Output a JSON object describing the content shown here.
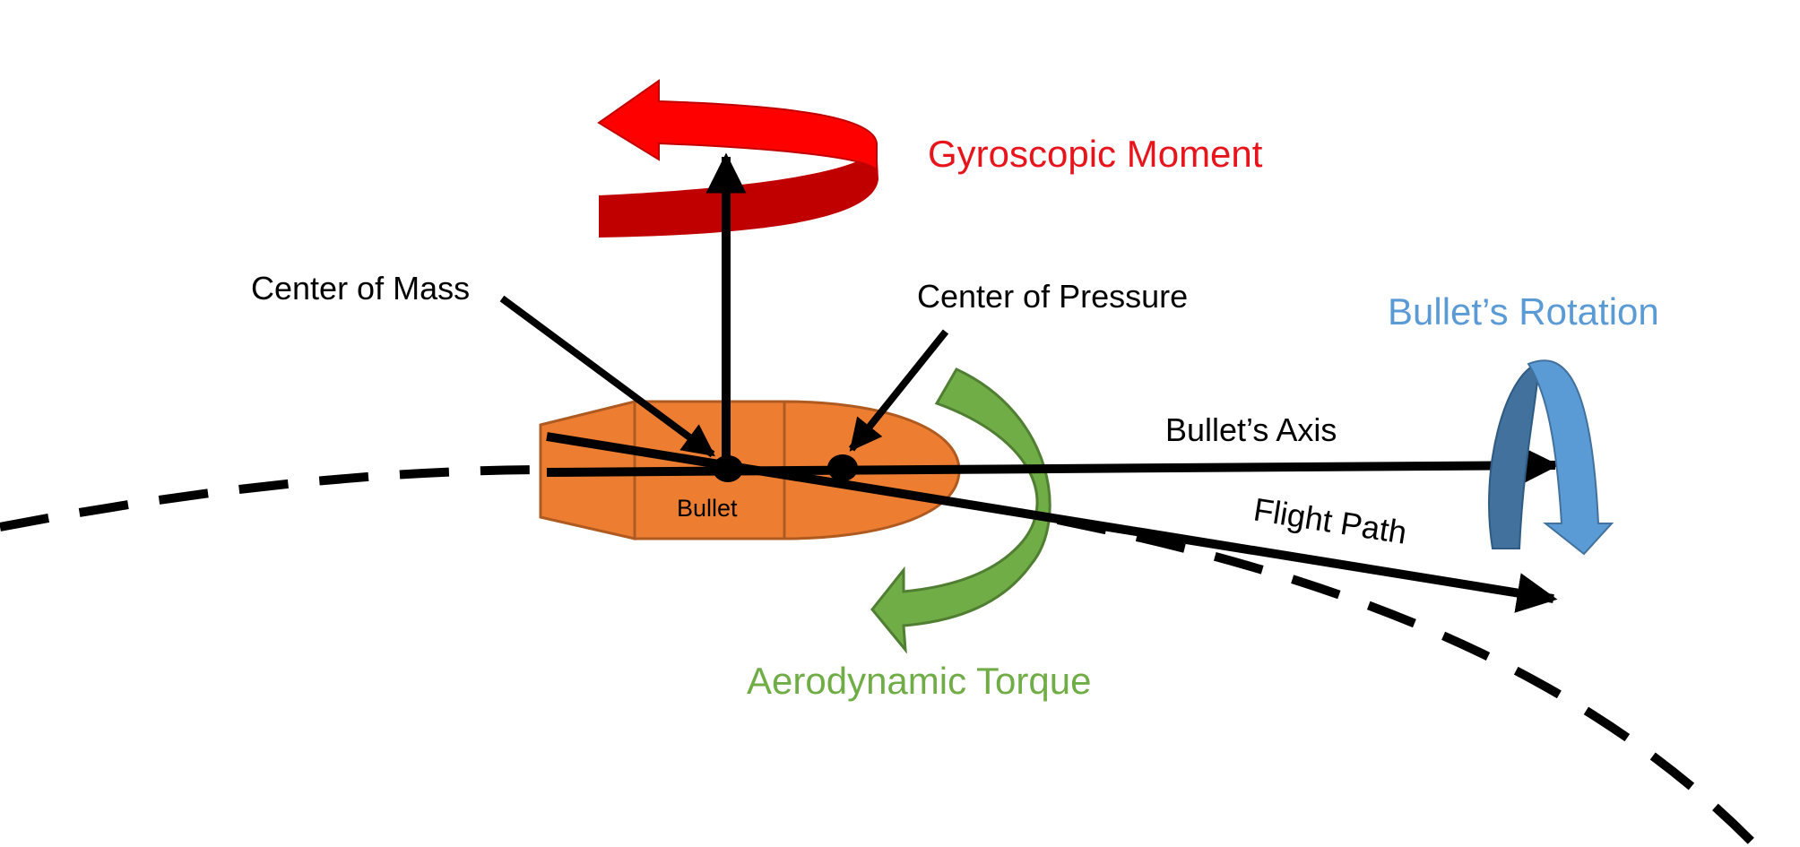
{
  "labels": {
    "gyroscopic_moment": "Gyroscopic Moment",
    "center_of_mass": "Center of Mass",
    "center_of_pressure": "Center of Pressure",
    "bullets_rotation": "Bullet’s Rotation",
    "bullets_axis": "Bullet’s Axis",
    "bullet": "Bullet",
    "flight_path": "Flight Path",
    "aerodynamic_torque": "Aerodynamic Torque"
  },
  "colors": {
    "gyroscopic_moment": "#e8141c",
    "gyroscopic_moment_dark": "#c00000",
    "bullet_body": "#ed7d31",
    "bullet_outline": "#ae5a21",
    "aerodynamic_torque": "#70ad47",
    "aerodynamic_torque_outline": "#507e32",
    "bullets_rotation": "#5b9bd5",
    "bullets_rotation_dark": "#41719c",
    "ink": "#000000"
  }
}
